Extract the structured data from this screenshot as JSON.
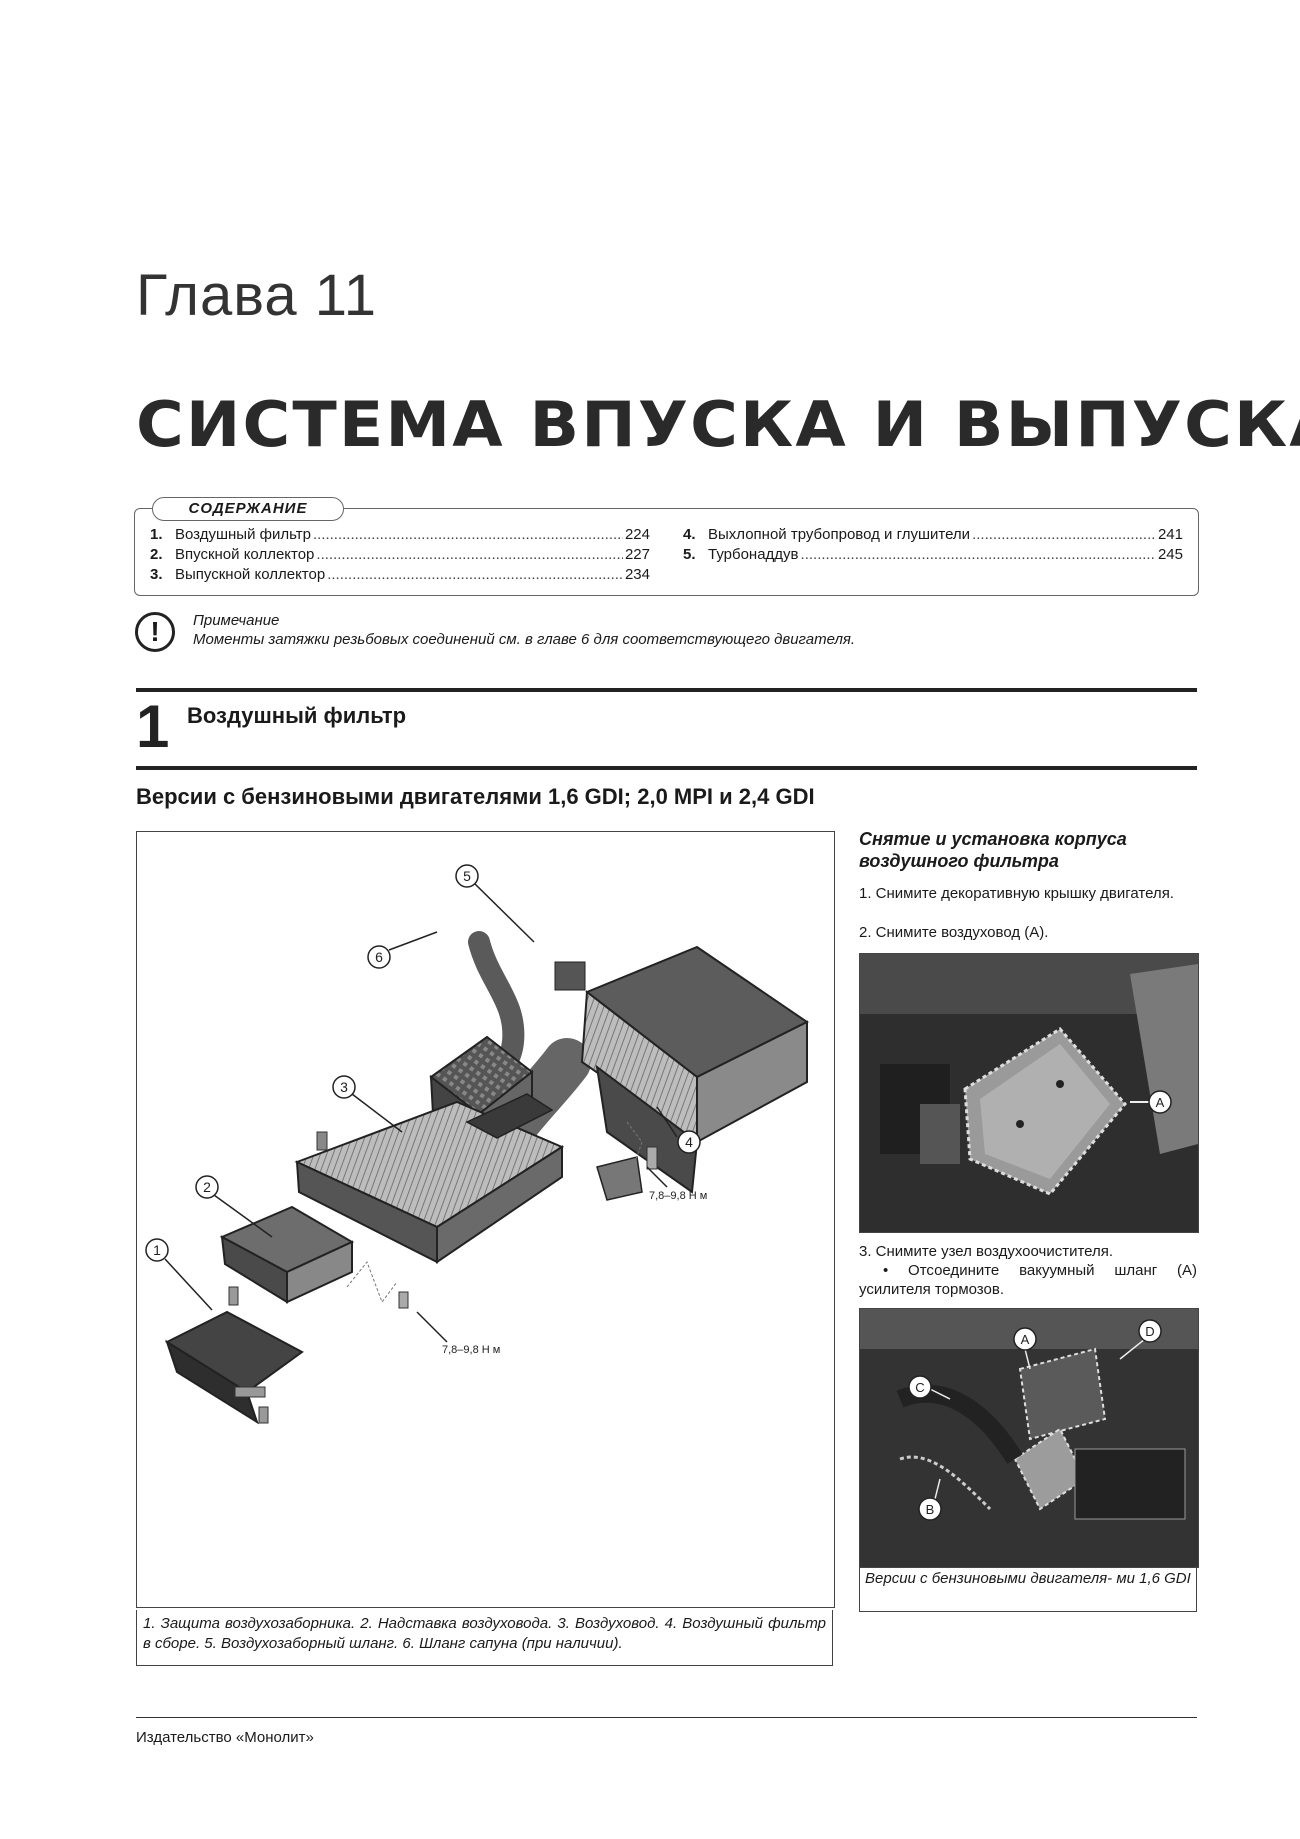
{
  "chapter": "Глава 11",
  "title": "СИСТЕМА ВПУСКА И ВЫПУСКА",
  "toc": {
    "heading": "СОДЕРЖАНИЕ",
    "left": [
      {
        "num": "1.",
        "label": "Воздушный фильтр",
        "page": "224"
      },
      {
        "num": "2.",
        "label": "Впускной коллектор",
        "page": "227"
      },
      {
        "num": "3.",
        "label": "Выпускной коллектор",
        "page": "234"
      }
    ],
    "right": [
      {
        "num": "4.",
        "label": "Выхлопной трубопровод и глушители",
        "page": "241"
      },
      {
        "num": "5.",
        "label": "Турбонаддув",
        "page": "245"
      }
    ]
  },
  "note": {
    "icon": "exclamation-icon",
    "heading": "Примечание",
    "text": "Моменты затяжки резьбовых соединений см. в главе 6 для соответствующего двигателя."
  },
  "section": {
    "number": "1",
    "title": "Воздушный фильтр"
  },
  "subsection": "Версии с бензиновыми двигателями 1,6 GDI; 2,0 MPI и 2,4 GDI",
  "figure_main": {
    "callouts": [
      "1",
      "2",
      "3",
      "4",
      "5",
      "6"
    ],
    "torque_1": "7,8–9,8 Н м",
    "torque_2": "7,8–9,8 Н м",
    "caption": "1. Защита воздухозаборника. 2. Надставка воздуховода. 3. Воздуховод. 4. Воздушный фильтр в сборе. 5. Воздухозаборный шланг. 6. Шланг сапуна (при наличии)."
  },
  "right_col": {
    "title": "Снятие и установка корпуса воздушного фильтра",
    "step1": "1. Снимите декоративную крышку двигателя.",
    "step2": "2. Снимите воздуховод (А).",
    "photo1_label": "A",
    "step3": "3. Снимите узел воздухоочистителя.",
    "step3b": "• Отсоедините вакуумный шланг (А) усилителя тормозов.",
    "photo2_labels": [
      "A",
      "D",
      "C",
      "B"
    ],
    "photo2_caption": "Версии с бензиновыми двигателя- ми 1,6 GDI"
  },
  "footer": "Издательство «Монолит»"
}
